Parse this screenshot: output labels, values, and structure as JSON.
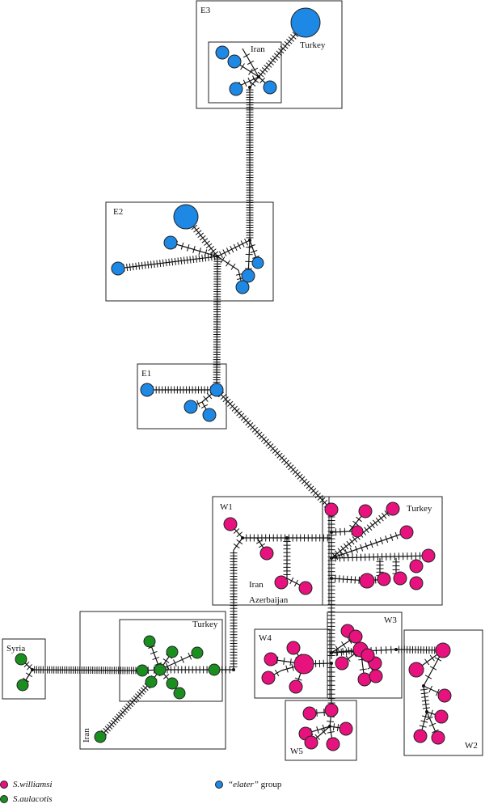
{
  "figure_type": "haplotype network",
  "colors": {
    "williamsi": "#e8127e",
    "aulacotis": "#1a8f1f",
    "elater": "#1e88e5"
  },
  "clades": {
    "E3": "E3",
    "E2": "E2",
    "E1": "E1",
    "W1": "W1",
    "W2": "W2",
    "W3": "W3",
    "W4": "W4",
    "W5": "W5"
  },
  "regions": {
    "iran_e3": "Iran",
    "turkey_e3": "Turkey",
    "turkey_w1": "Turkey",
    "iran_w1": "Iran",
    "azerbaijan_w1": "Azerbaijan",
    "turkey_aul": "Turkey",
    "syria": "Syria",
    "iran_aul": "Iran"
  },
  "legend": {
    "williamsi": "S.williamsi",
    "aulacotis": "S.aulacotis",
    "elater_prefix": "“elater”",
    "elater_suffix": " group"
  }
}
